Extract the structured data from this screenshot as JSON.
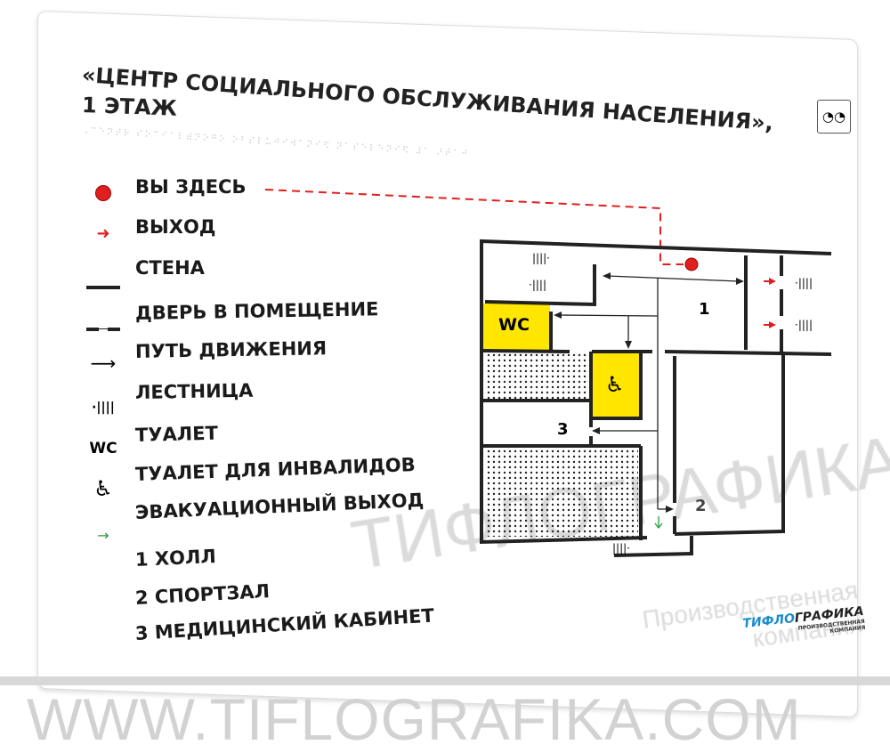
{
  "title": {
    "line1": "«ЦЕНТР СОЦИАЛЬНОГО ОБСЛУЖИВАНИЯ НАСЕЛЕНИЯ»,",
    "line2": "1 ЭТАЖ"
  },
  "legend": [
    {
      "icon": "you-are-here-dot",
      "label": "ВЫ  ЗДЕСЬ"
    },
    {
      "icon": "exit-arrow-red",
      "label": "ВЫХОД"
    },
    {
      "icon": "wall-line",
      "label": "СТЕНА"
    },
    {
      "icon": "door-symbol",
      "label": "ДВЕРЬ В ПОМЕЩЕНИЕ"
    },
    {
      "icon": "path-arrow",
      "label": "ПУТЬ ДВИЖЕНИЯ"
    },
    {
      "icon": "stairs-symbol",
      "label": "ЛЕСТНИЦА",
      "glyph": "·||||"
    },
    {
      "icon": "wc-text",
      "label": "ТУАЛЕТ",
      "glyph": "WC"
    },
    {
      "icon": "wheelchair",
      "label": "ТУАЛЕТ ДЛЯ ИНВАЛИДОВ",
      "glyph": "♿"
    },
    {
      "icon": "evacuation-arrow-green",
      "label": "ЭВАКУАЦИОННЫЙ ВЫХОД"
    },
    {
      "label": "1 ХОЛЛ"
    },
    {
      "label": "2 СПОРТЗАЛ"
    },
    {
      "label": "3 МЕДИЦИНСКИЙ КАБИНЕТ"
    }
  ],
  "map": {
    "wc": "WC",
    "wheelchair": "♿",
    "room1": "1",
    "room2": "2",
    "room3": "3",
    "stairs": "||||·",
    "stairs_left": "·||||"
  },
  "watermark": {
    "brand": "ТИФЛОГРАФИКА",
    "sub": "Производственная компания",
    "url": "WWW.TIFLOGRAFIKA.COM"
  },
  "logo": {
    "part1": "ТИФЛО",
    "part2": "ГРАФИКА",
    "sub1": "ПРОИЗВОДСТВЕННАЯ",
    "sub2": "КОМПАНИЯ"
  },
  "colors": {
    "red": "#e02020",
    "yellow": "#ffe600",
    "green": "#2a9a3a",
    "logo_blue": "#1a8ccc"
  }
}
